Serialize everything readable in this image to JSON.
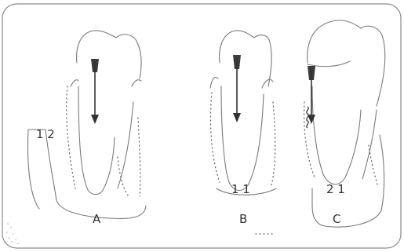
{
  "panels": [
    {
      "id": "A",
      "label": "A",
      "numbers": "1 2"
    },
    {
      "id": "B",
      "label": "B",
      "numbers": "1 1"
    },
    {
      "id": "C",
      "label": "C",
      "numbers": "2 1"
    }
  ],
  "colors": {
    "line": "#7a7a7a",
    "ink": "#333333",
    "frame": "#8a8a8a"
  }
}
